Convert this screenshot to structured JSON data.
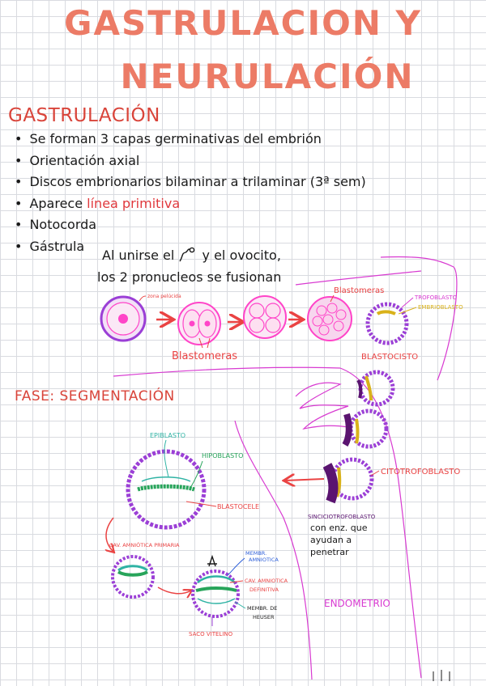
{
  "title": {
    "line1": "GASTRULACION Y",
    "line2": "NEURULACIÓN"
  },
  "section_gastrulacion": "GASTRULACIÓN",
  "bullets": [
    "Se forman 3 capas germinativas del embrión",
    "Orientación axial",
    "Discos embrionarios bilaminar a trilaminar (3ª sem)",
    "Aparece",
    "Notocorda",
    "Gástrula"
  ],
  "linea_primitiva": "línea primitiva",
  "note": {
    "line1_a": "Al unirse el",
    "line1_b": "y el ovocito,",
    "line2": "los 2 pronucleos se fusionan"
  },
  "labels": {
    "zona_pelucida": "zona pelúcida",
    "blastomeras_top": "Blastomeras",
    "blastomeras_bottom": "Blastomeras",
    "trofoblasto": "TROFOBLASTO",
    "embrioblasto": "EMBRIOBLASTO",
    "blastocisto": "BLASTOCISTO",
    "epiblasto": "EPIBLASTO",
    "hipoblasto": "HIPOBLASTO",
    "blastocele": "BLASTOCELE",
    "cav_amniotica_primaria": "CAV. AMNIÓTICA PRIMARIA",
    "memb_amniotica_1": "MEMBR.",
    "memb_amniotica_2": "AMNIOTICA",
    "cav_amniotica_def_1": "CAV. AMNIOTICA",
    "cav_amniotica_def_2": "DEFINITIVA",
    "memb_heuser_1": "MEMBR. DE",
    "memb_heuser_2": "HEUSER",
    "saco_vitelino": "SACO VITELINO",
    "citotrofoblasto": "CITOTROFOBLASTO",
    "sincitio_1": "SINCICIOTROFOBLASTO",
    "sincitio_2": "con enz. que",
    "sincitio_3": "ayudan a",
    "sincitio_4": "penetrar",
    "endometrio": "ENDOMETRIO"
  },
  "section_fase": "FASE: SEGMENTACIÓN",
  "colors": {
    "title": "#ec7b66",
    "section": "#d9443a",
    "purple": "#9b3fd6",
    "pink": "#ff44c8",
    "red_arrow": "#ea4343",
    "green": "#27a45a",
    "teal": "#2fb3a4",
    "yellow": "#d9b21a",
    "magenta_line": "#d83ad1",
    "blue_label": "#2d5fd9",
    "dark_purple": "#5a1470"
  }
}
